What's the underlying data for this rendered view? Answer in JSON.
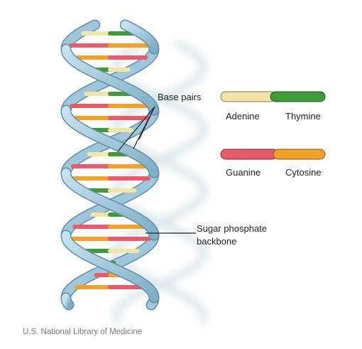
{
  "labels": {
    "base_pairs": "Base pairs",
    "sugar_line1": "Sugar phosphate",
    "sugar_line2": "backbone",
    "credit": "U.S. National Library of Medicine"
  },
  "legend": [
    {
      "left_name": "Adenine",
      "right_name": "Thymine",
      "left_color": "#f2e6a6",
      "right_color": "#3f9a3a"
    },
    {
      "left_name": "Guanine",
      "right_name": "Cytosine",
      "left_color": "#e85b6b",
      "right_color": "#f2a12a"
    }
  ],
  "colors": {
    "backbone": "#9fc6da",
    "backbone_stroke": "#5f8fa8",
    "adenine": "#f2e6a6",
    "thymine": "#3f9a3a",
    "guanine": "#e85b6b",
    "cytosine": "#f2a12a"
  }
}
